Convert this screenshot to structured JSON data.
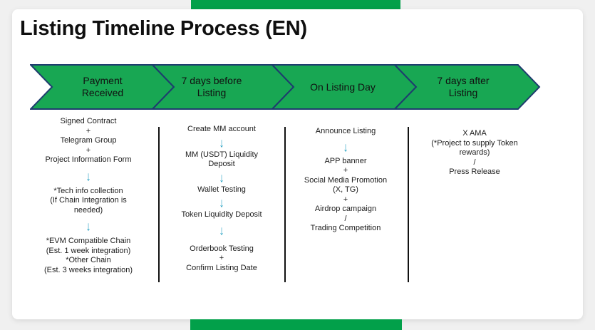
{
  "slide": {
    "title": "Listing Timeline Process (EN)"
  },
  "colors": {
    "page-bg": "#f0f0f0",
    "card-bg": "#ffffff",
    "bar-green": "#02a04a",
    "chevron-green": "#18a753",
    "chevron-border": "#1e3c6e",
    "flow-arrow": "#2aa3c4",
    "divider": "#111111"
  },
  "icons": {
    "flow_arrow": "↓"
  },
  "timeline": {
    "stages": [
      {
        "lines": [
          "Payment",
          "Received"
        ]
      },
      {
        "lines": [
          "7 days before",
          "Listing"
        ]
      },
      {
        "lines": [
          "On Listing Day"
        ]
      },
      {
        "lines": [
          "7 days after",
          "Listing"
        ]
      }
    ]
  },
  "columns": [
    {
      "items": [
        {
          "type": "text",
          "lines": [
            "Signed Contract",
            "+",
            "Telegram Group",
            "+",
            "Project Information Form"
          ]
        },
        {
          "type": "arrow"
        },
        {
          "type": "text",
          "lines": [
            "*Tech info collection",
            "(If Chain Integration is",
            "needed)"
          ]
        },
        {
          "type": "arrow"
        },
        {
          "type": "text",
          "lines": [
            "*EVM Compatible Chain",
            "(Est. 1 week integration)",
            "*Other Chain",
            "(Est. 3 weeks integration)"
          ]
        }
      ]
    },
    {
      "items": [
        {
          "type": "text",
          "lines": [
            "Create MM account"
          ]
        },
        {
          "type": "arrow"
        },
        {
          "type": "text",
          "lines": [
            "MM (USDT) Liquidity",
            "Deposit"
          ]
        },
        {
          "type": "arrow"
        },
        {
          "type": "text",
          "lines": [
            "Wallet Testing"
          ]
        },
        {
          "type": "arrow"
        },
        {
          "type": "text",
          "lines": [
            "Token Liquidity Deposit"
          ]
        },
        {
          "type": "arrow"
        },
        {
          "type": "text",
          "lines": [
            "Orderbook Testing",
            "+",
            "Confirm Listing Date"
          ]
        }
      ]
    },
    {
      "items": [
        {
          "type": "text",
          "lines": [
            "Announce Listing"
          ]
        },
        {
          "type": "arrow"
        },
        {
          "type": "text",
          "lines": [
            "APP banner",
            "+",
            "Social Media Promotion",
            "(X, TG)",
            "+",
            "Airdrop campaign",
            "/",
            "Trading Competition"
          ]
        }
      ]
    },
    {
      "items": [
        {
          "type": "text",
          "lines": [
            "X AMA",
            "(*Project to supply Token",
            "rewards)",
            "/",
            "Press Release"
          ]
        }
      ]
    }
  ]
}
